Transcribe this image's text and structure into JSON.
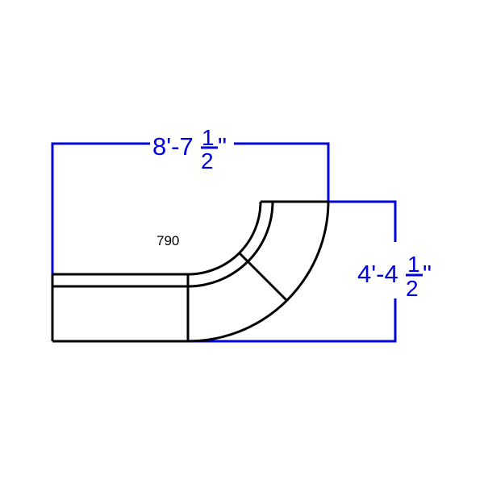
{
  "diagram": {
    "title": "Curved sectional sofa dimension drawing",
    "model_label": "790",
    "width_dimension": {
      "feet": "8'-7",
      "fraction_numerator": "1",
      "fraction_denominator": "2",
      "inch_mark": "\""
    },
    "depth_dimension": {
      "feet": "4'-4",
      "fraction_numerator": "1",
      "fraction_denominator": "2",
      "inch_mark": "\""
    },
    "colors": {
      "dimension_lines": "#0000dd",
      "outline": "#000000",
      "background": "#ffffff"
    }
  }
}
